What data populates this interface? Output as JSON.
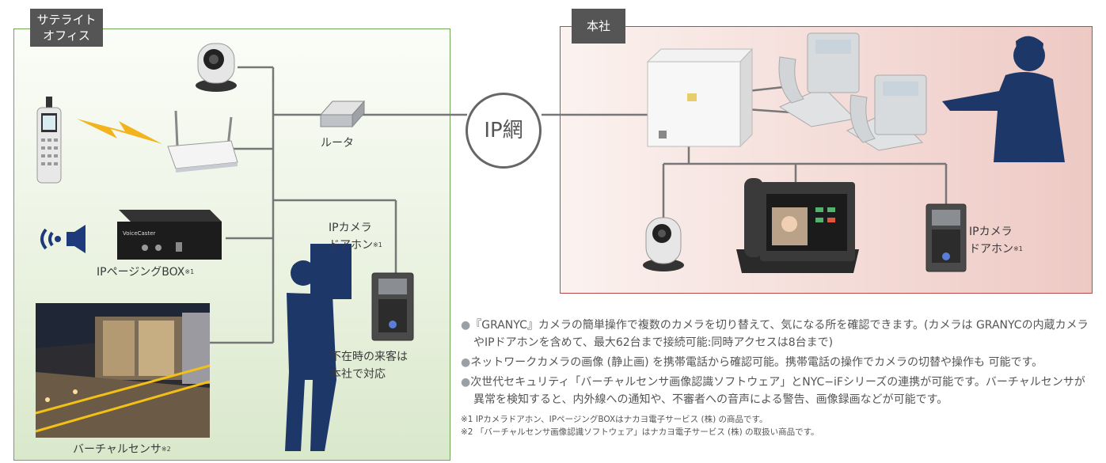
{
  "satellite": {
    "tag_line1": "サテライト",
    "tag_line2": "オフィス",
    "router_label": "ルータ",
    "paging_label": "IPページングBOX",
    "paging_note": "※1",
    "camera_door_line1": "IPカメラ",
    "camera_door_line2": "ドアホン",
    "camera_door_note": "※1",
    "visitor_line1": "不在時の来客は",
    "visitor_line2": "本社で対応",
    "sensor_label": "バーチャルセンサ",
    "sensor_note": "※2",
    "device_brand": "VoiceCaster"
  },
  "network": {
    "label": "IP網"
  },
  "hq": {
    "tag": "本社",
    "camera_door_line1": "IPカメラ",
    "camera_door_line2": "ドアホン",
    "camera_door_note": "※1"
  },
  "notes": {
    "bullet": "●",
    "items": [
      "『GRANYC』カメラの簡単操作で複数のカメラを切り替えて、気になる所を確認できます。(カメラは GRANYCの内蔵カメラやIPドアホンを含めて、最大62台まで接続可能:同時アクセスは8台まで)",
      "ネットワークカメラの画像 (静止画) を携帯電話から確認可能。携帯電話の操作でカメラの切替や操作も 可能です。",
      "次世代セキュリティ「バーチャルセンサ画像認識ソフトウェア」とNYC−iFシリーズの連携が可能です。バーチャルセンサが異常を検知すると、内外線への通知や、不審者への音声による警告、画像録画などが可能です。"
    ],
    "footnotes": [
      "※1 IPカメラドアホン、IPページングBOXはナカヨ電子サービス (株) の商品です。",
      "※2 「バーチャルセンサ画像認識ソフトウェア」はナカヨ電子サービス (株) の取扱い商品です。"
    ]
  }
}
